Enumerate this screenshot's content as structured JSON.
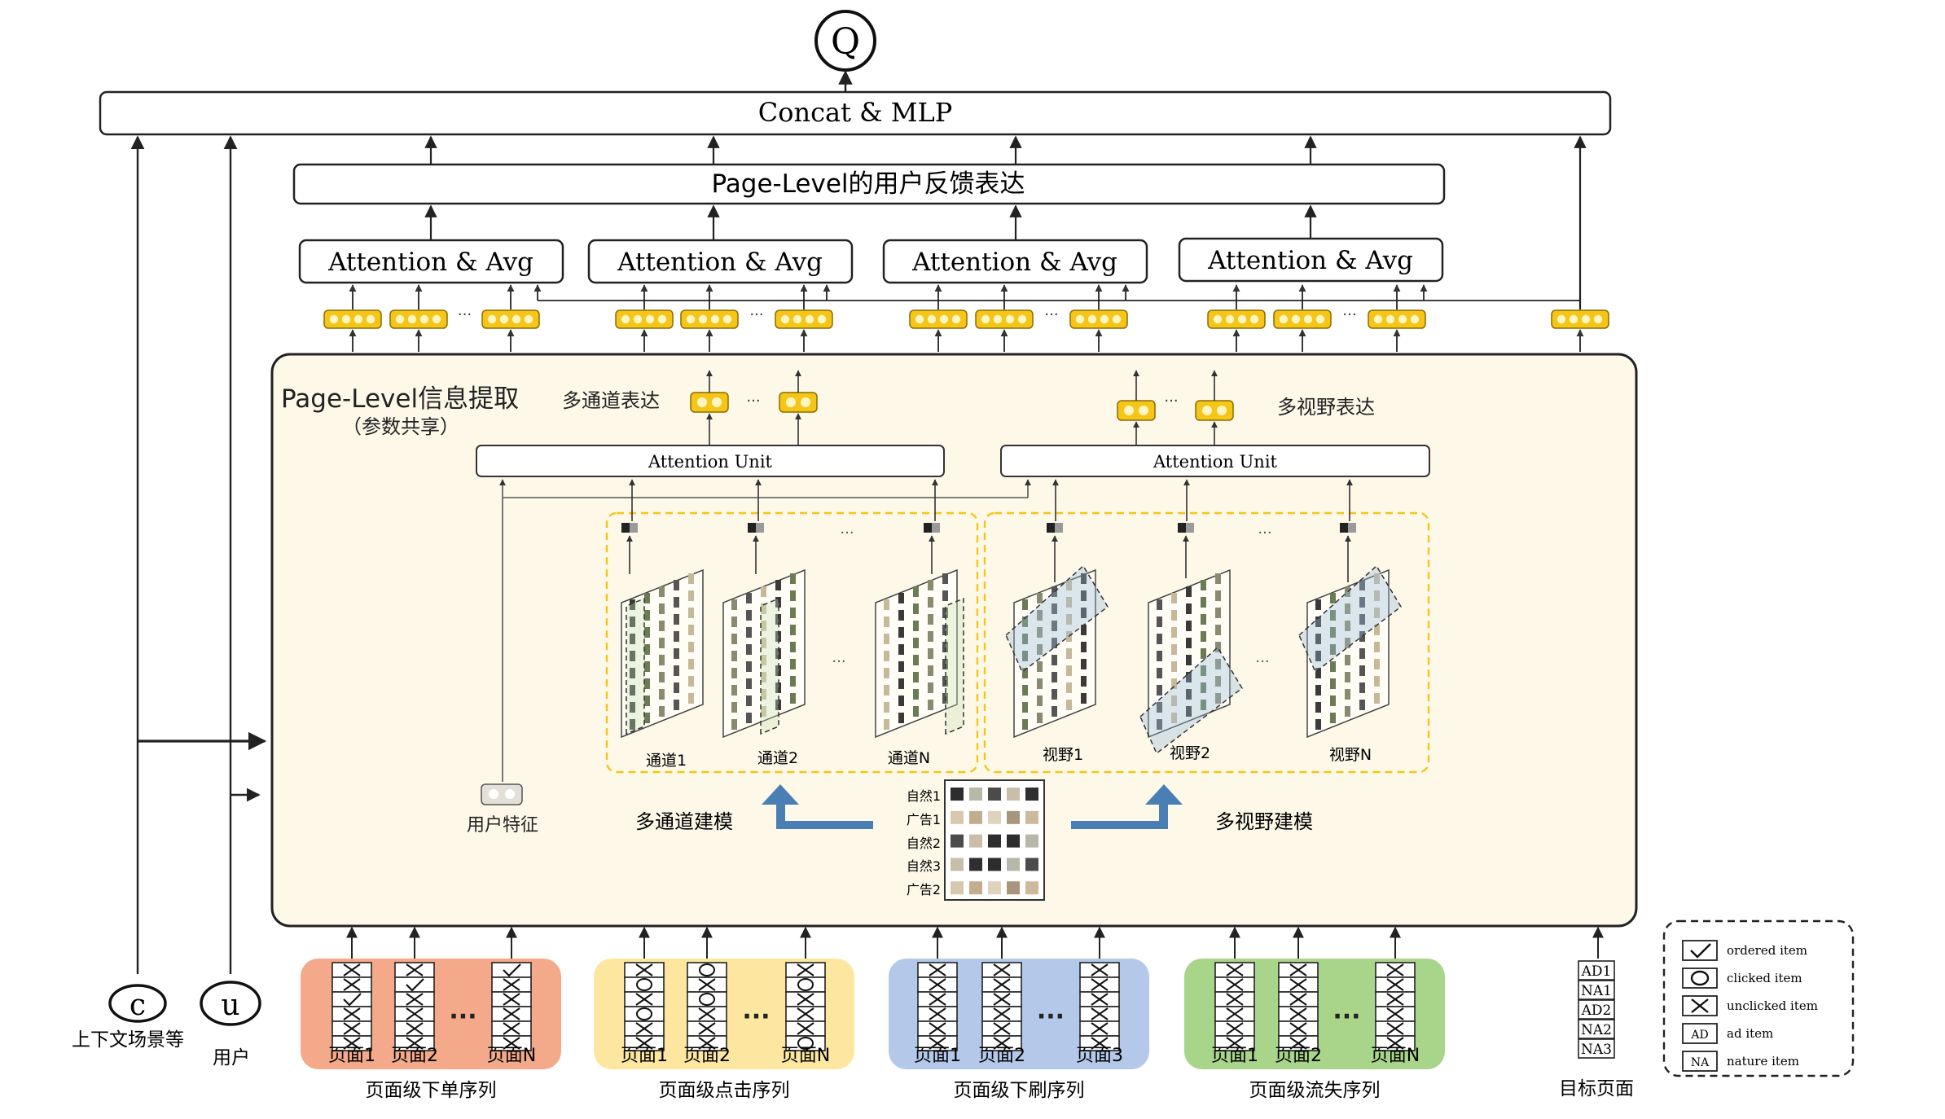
{
  "top": {
    "output_symbol": "Q",
    "concat_label": "Concat & MLP",
    "page_level_label": "Page-Level的用户反馈表达"
  },
  "attention_avg": [
    "Attention & Avg",
    "Attention & Avg",
    "Attention & Avg",
    "Attention & Avg"
  ],
  "extraction": {
    "title": "Page-Level信息提取",
    "subtitle": "（参数共享）",
    "multi_channel_label": "多通道表达",
    "multi_view_label": "多视野表达",
    "attention_unit_left": "Attention Unit",
    "attention_unit_right": "Attention Unit",
    "channels": [
      "通道1",
      "通道2",
      "通道N"
    ],
    "views": [
      "视野1",
      "视野2",
      "视野N"
    ],
    "user_feature_label": "用户特征",
    "multi_channel_modeling": "多通道建模",
    "multi_view_modeling": "多视野建模",
    "matrix_rows": [
      "自然1",
      "广告1",
      "自然2",
      "自然3",
      "广告2"
    ]
  },
  "inputs": {
    "context_symbol": "c",
    "context_label": "上下文场景等",
    "user_symbol": "u",
    "user_label": "用户",
    "groups": [
      {
        "color": "#f3a98a",
        "pages": [
          "页面1",
          "页面2",
          "页面N"
        ],
        "label": "页面级下单序列"
      },
      {
        "color": "#fde7a0",
        "pages": [
          "页面1",
          "页面2",
          "页面N"
        ],
        "label": "页面级点击序列"
      },
      {
        "color": "#b4c8ea",
        "pages": [
          "页面1",
          "页面2",
          "页面3"
        ],
        "label": "页面级下刷序列"
      },
      {
        "color": "#a9d58b",
        "pages": [
          "页面1",
          "页面2",
          "页面N"
        ],
        "label": "页面级流失序列"
      }
    ],
    "target_items": [
      "AD1",
      "NA1",
      "AD2",
      "NA2",
      "NA3"
    ],
    "target_label": "目标页面"
  },
  "legend": [
    {
      "icon": "check-icon",
      "label": "ordered item"
    },
    {
      "icon": "circle-icon",
      "label": "clicked item"
    },
    {
      "icon": "cross-icon",
      "label": "unclicked item"
    },
    {
      "icon": "ad-icon",
      "glyph": "AD",
      "label": "ad item"
    },
    {
      "icon": "na-icon",
      "glyph": "NA",
      "label": "nature item"
    }
  ],
  "colors": {
    "accent_yellow": "#f5c518",
    "panel_bg": "#fdf8e8",
    "arrow_blue": "#4a7fb5"
  }
}
